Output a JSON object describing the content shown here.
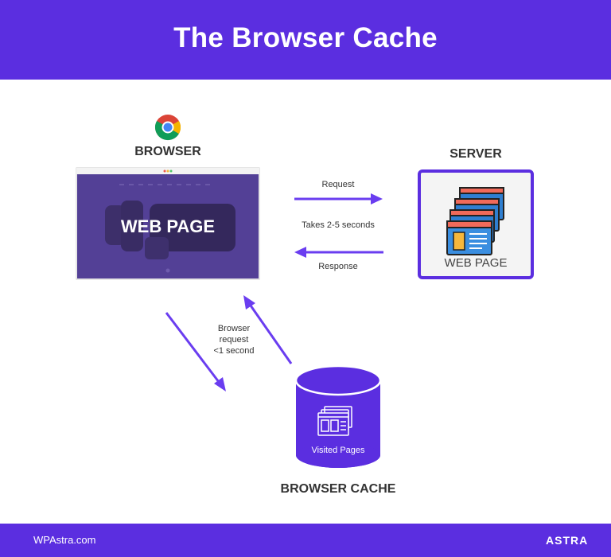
{
  "header": {
    "title": "The Browser Cache"
  },
  "browser": {
    "label": "BROWSER",
    "screen_text": "WEB PAGE"
  },
  "server": {
    "label": "SERVER",
    "card_text": "WEB PAGE"
  },
  "arrows": {
    "request": "Request",
    "timing": "Takes 2-5 seconds",
    "response": "Response",
    "cache_request_line1": "Browser",
    "cache_request_line2": "request",
    "cache_request_line3": "<1 second"
  },
  "cache": {
    "label": "BROWSER CACHE",
    "content_text": "Visited Pages"
  },
  "footer": {
    "site": "WPAstra.com",
    "brand": "ASTRA"
  },
  "colors": {
    "brand_purple": "#5b2ee0",
    "arrow_purple": "#6a3df0",
    "server_blue": "#2f7fd1"
  }
}
